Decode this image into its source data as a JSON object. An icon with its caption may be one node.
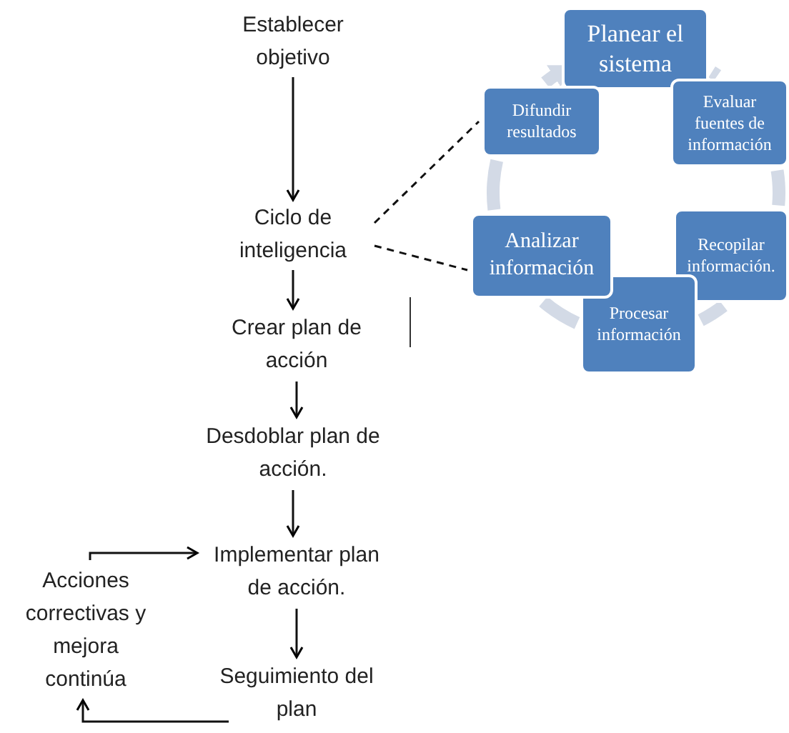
{
  "diagram": {
    "nodes": [
      {
        "text": [
          "Establecer objetivo"
        ]
      },
      {
        "text": [
          "Ciclo de inteligencia"
        ]
      },
      {
        "text": [
          "Crear plan de acción"
        ]
      },
      {
        "text": [
          "Desdoblar plan de acción."
        ]
      },
      {
        "text": [
          "Implementar plan de acción."
        ]
      },
      {
        "text": [
          "Seguimiento del plan"
        ]
      },
      {
        "text": [
          "Acciones correctivas y mejora continúa"
        ]
      },
      {
        "text": [
          "Planear el sistema"
        ]
      },
      {
        "text": [
          "Evaluar fuentes de información"
        ]
      },
      {
        "text": [
          "Recopilar información."
        ]
      },
      {
        "text": [
          "Procesar información"
        ]
      },
      {
        "text": [
          "Analizar información"
        ]
      },
      {
        "text": [
          "Difundir resultados"
        ]
      }
    ],
    "edges": [
      {
        "from": 0,
        "to": 1,
        "arrow": "to"
      },
      {
        "from": 1,
        "to": 2,
        "arrow": "to"
      },
      {
        "from": 2,
        "to": 3,
        "arrow": "to"
      },
      {
        "from": 3,
        "to": 4,
        "arrow": "to"
      },
      {
        "from": 4,
        "to": 5,
        "arrow": "to"
      },
      {
        "from": 6,
        "to": 4,
        "arrow": "to"
      },
      {
        "from": 5,
        "to": 6,
        "arrow": "to"
      },
      {
        "from": 1,
        "to": 12,
        "arrow": "none",
        "style": "dashed"
      },
      {
        "from": 1,
        "to": 11,
        "arrow": "none",
        "style": "dashed"
      },
      {
        "from": 12,
        "to": 7,
        "arrow": "to",
        "style": "thick",
        "color": "#d3dae6"
      },
      {
        "from": 7,
        "to": 8,
        "arrow": "none",
        "style": "thick",
        "color": "#d3dae6"
      },
      {
        "from": 8,
        "to": 9,
        "arrow": "none",
        "style": "thick",
        "color": "#d3dae6"
      },
      {
        "from": 9,
        "to": 10,
        "arrow": "none",
        "style": "thick",
        "color": "#d3dae6"
      },
      {
        "from": 10,
        "to": 11,
        "arrow": "none",
        "style": "thick",
        "color": "#d3dae6"
      },
      {
        "from": 11,
        "to": 12,
        "arrow": "none",
        "style": "thick",
        "color": "#d3dae6"
      }
    ]
  }
}
